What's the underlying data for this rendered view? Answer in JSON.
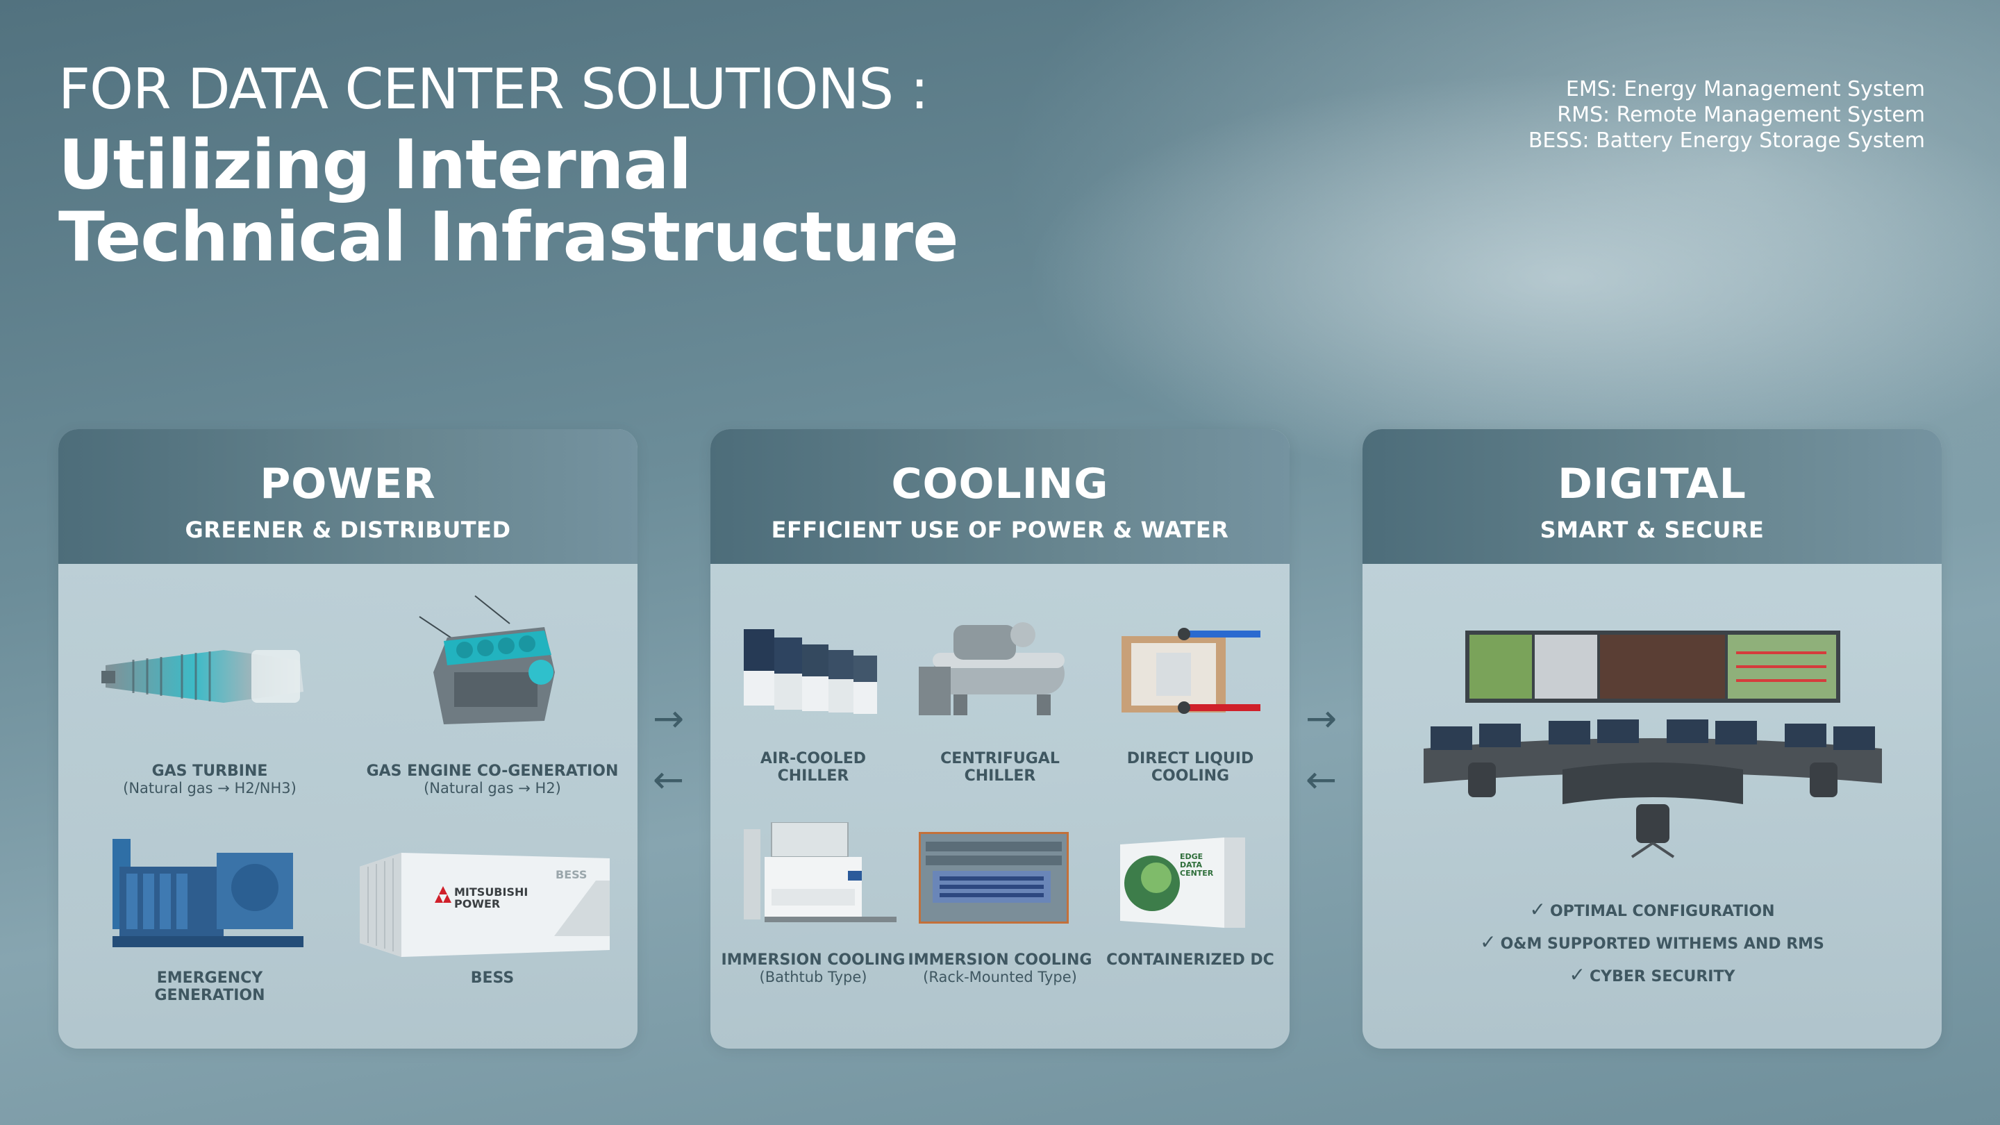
{
  "header": {
    "line1": "FOR DATA CENTER SOLUTIONS :",
    "title_line1": "Utilizing Internal",
    "title_line2": "Technical Infrastructure"
  },
  "legend": [
    "EMS: Energy Management System",
    "RMS: Remote Management System",
    "BESS: Battery Energy Storage System"
  ],
  "power": {
    "title": "POWER",
    "subtitle": "GREENER & DISTRIBUTED",
    "items": [
      {
        "label": "GAS TURBINE",
        "note": "(Natural gas → H2/NH3)"
      },
      {
        "label": "GAS ENGINE CO-GENERATION",
        "note": "(Natural gas → H2)"
      },
      {
        "label": "EMERGENCY",
        "label2": "GENERATION"
      },
      {
        "label": "BESS",
        "brand": "MITSUBISHI POWER",
        "tag": "BESS"
      }
    ]
  },
  "cooling": {
    "title": "COOLING",
    "subtitle": "EFFICIENT USE OF POWER & WATER",
    "items": [
      {
        "label": "AIR-COOLED",
        "label2": "CHILLER"
      },
      {
        "label": "CENTRIFUGAL",
        "label2": "CHILLER"
      },
      {
        "label": "DIRECT LIQUID",
        "label2": "COOLING"
      },
      {
        "label": "IMMERSION COOLING",
        "note": "(Bathtub Type)"
      },
      {
        "label": "IMMERSION COOLING",
        "note": "(Rack-Mounted Type)"
      },
      {
        "label": "CONTAINERIZED DC",
        "sign": "EDGE DATA CENTER"
      }
    ]
  },
  "digital": {
    "title": "DIGITAL",
    "subtitle": "SMART & SECURE",
    "checks": [
      "OPTIMAL CONFIGURATION",
      "O&M SUPPORTED WITHEMS AND RMS",
      "CYBER SECURITY"
    ],
    "tick": "✓"
  },
  "arrows": {
    "right": "→",
    "left": "←"
  },
  "colors": {
    "accent_teal": "#29b8c4",
    "panel_head": "#56747f",
    "text_dark": "#3f5761"
  }
}
